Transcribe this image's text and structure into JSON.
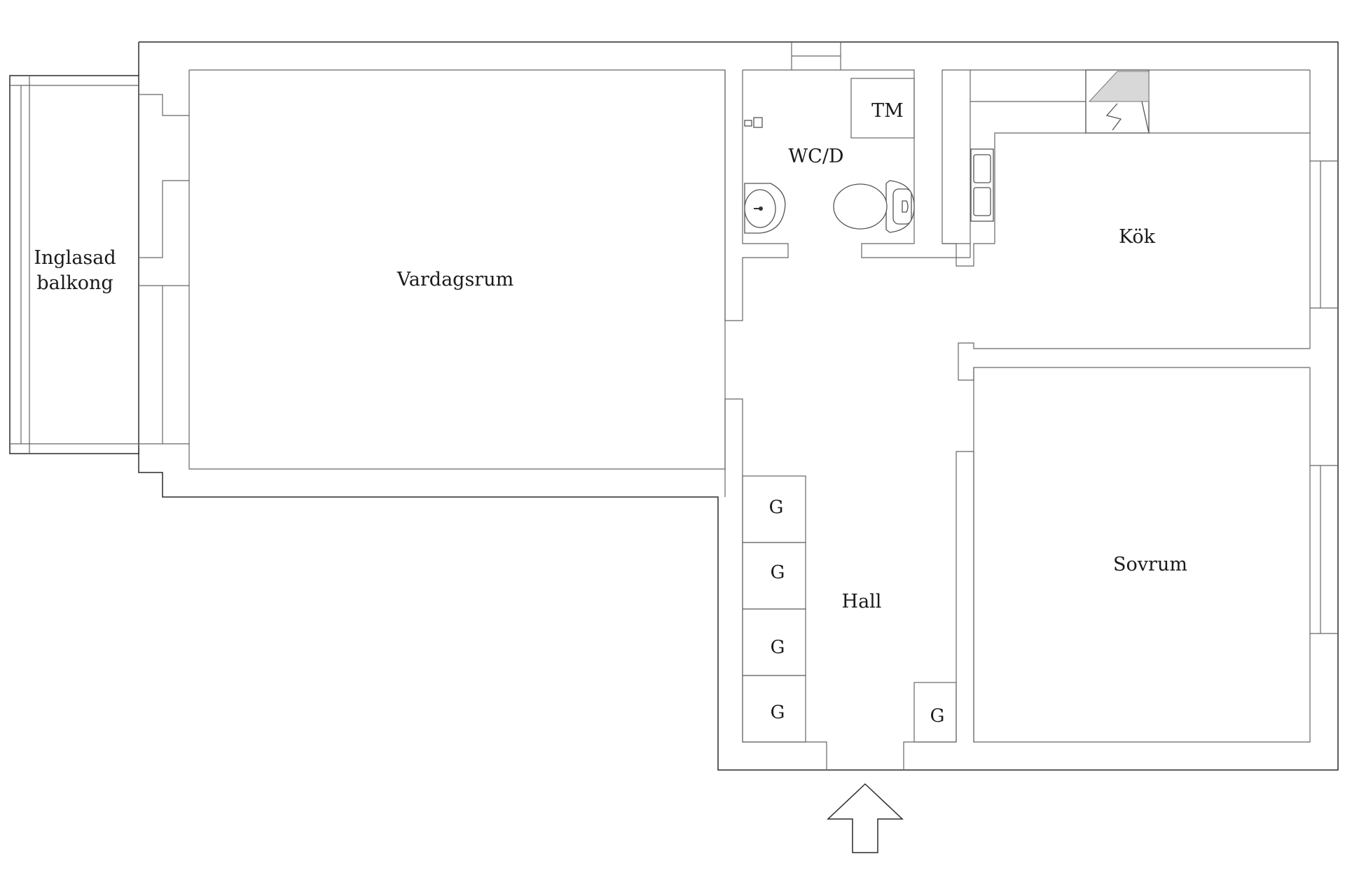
{
  "rooms": {
    "balcony_line1": "Inglasad",
    "balcony_line2": "balkong",
    "living": "Vardagsrum",
    "bathroom": "WC/D",
    "laundry": "TM",
    "kitchen": "Kök",
    "hall": "Hall",
    "bedroom": "Sovrum"
  },
  "closets": [
    "G",
    "G",
    "G",
    "G",
    "G"
  ],
  "entrance": {
    "icon": "entrance-arrow-icon"
  }
}
